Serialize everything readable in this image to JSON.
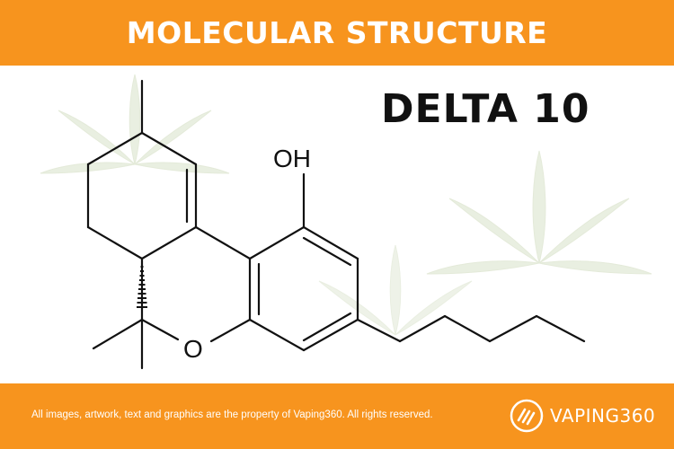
{
  "header": {
    "title": "MOLECULAR STRUCTURE"
  },
  "compound": {
    "name": "DELTA 10"
  },
  "molecule": {
    "atom_labels": {
      "hydroxyl": "OH",
      "oxygen": "O"
    }
  },
  "footer": {
    "copyright": "All images, artwork, text and graphics are the property of Vaping360. All rights reserved.",
    "logo_text": "VAPING360"
  },
  "colors": {
    "brand_orange": "#f7941e",
    "text_dark": "#111111",
    "leaf_watermark": "#e6ecdc"
  }
}
